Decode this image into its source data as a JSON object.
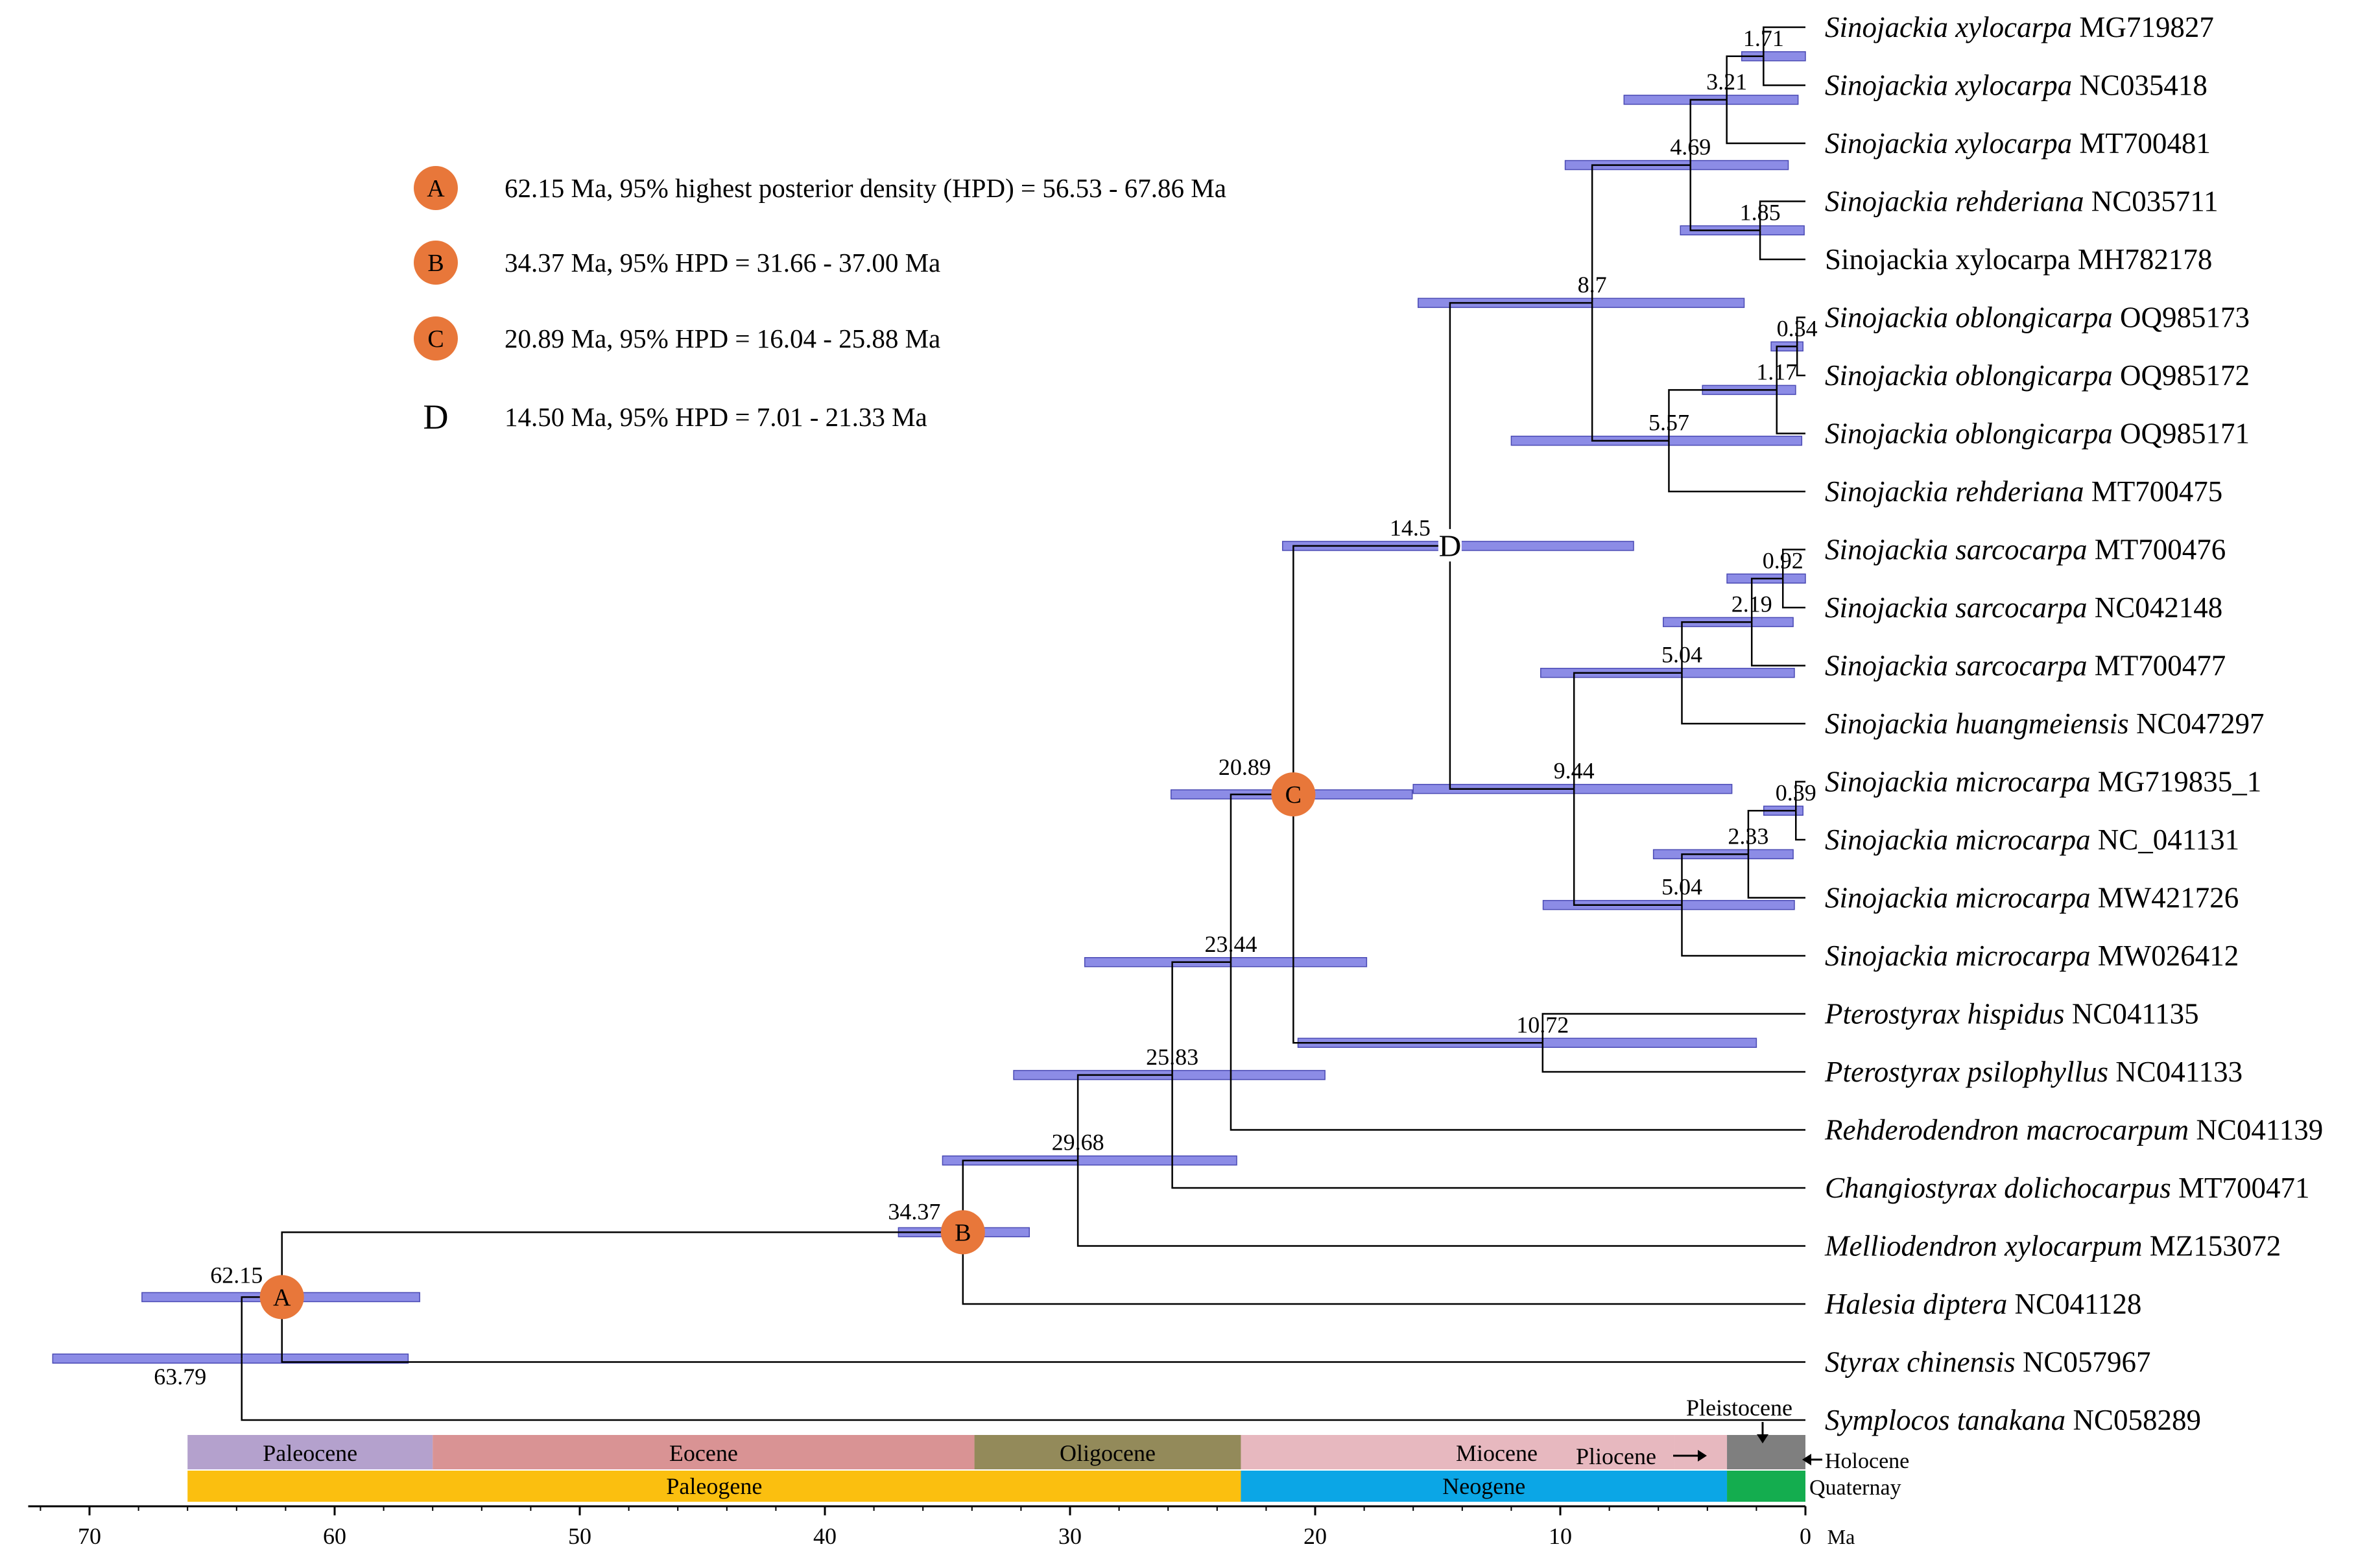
{
  "legend": [
    {
      "marker": "A",
      "text": "62.15 Ma, 95% highest posterior density (HPD) = 56.53 - 67.86 Ma"
    },
    {
      "marker": "B",
      "text": "34.37 Ma, 95% HPD = 31.66 - 37.00 Ma"
    },
    {
      "marker": "C",
      "text": "20.89 Ma, 95% HPD = 16.04 - 25.88 Ma"
    },
    {
      "marker": "D",
      "text": "14.50 Ma, 95% HPD = 7.01 - 21.33 Ma"
    }
  ],
  "colors": {
    "hpd_bar": "#8c8ce6",
    "hpd_bar_stroke": "#4a4ab4",
    "node_marker": "#e8773a",
    "branch": "#000000"
  },
  "tips": [
    {
      "genus": "Sinojackia xylocarpa",
      "acc": "MG719827",
      "italic": true
    },
    {
      "genus": "Sinojackia xylocarpa",
      "acc": "NC035418",
      "italic": true
    },
    {
      "genus": "Sinojackia xylocarpa",
      "acc": "MT700481",
      "italic": true
    },
    {
      "genus": "Sinojackia rehderiana",
      "acc": "NC035711",
      "italic": true
    },
    {
      "genus": "Sinojackia xylocarpa",
      "acc": "MH782178",
      "italic": false
    },
    {
      "genus": "Sinojackia oblongicarpa",
      "acc": "OQ985173",
      "italic": true
    },
    {
      "genus": "Sinojackia oblongicarpa",
      "acc": "OQ985172",
      "italic": true
    },
    {
      "genus": "Sinojackia oblongicarpa",
      "acc": "OQ985171",
      "italic": true
    },
    {
      "genus": "Sinojackia rehderiana",
      "acc": "MT700475",
      "italic": true
    },
    {
      "genus": "Sinojackia sarcocarpa",
      "acc": "MT700476",
      "italic": true
    },
    {
      "genus": "Sinojackia sarcocarpa",
      "acc": "NC042148",
      "italic": true
    },
    {
      "genus": "Sinojackia sarcocarpa",
      "acc": "MT700477",
      "italic": true
    },
    {
      "genus": "Sinojackia huangmeiensis",
      "acc": "NC047297",
      "italic": true
    },
    {
      "genus": "Sinojackia microcarpa",
      "acc": "MG719835_1",
      "italic": true
    },
    {
      "genus": "Sinojackia microcarpa",
      "acc": "NC_041131",
      "italic": true
    },
    {
      "genus": "Sinojackia microcarpa",
      "acc": "MW421726",
      "italic": true
    },
    {
      "genus": "Sinojackia microcarpa",
      "acc": "MW026412",
      "italic": true
    },
    {
      "genus": "Pterostyrax hispidus",
      "acc": "NC041135",
      "italic": true
    },
    {
      "genus": "Pterostyrax psilophyllus",
      "acc": "NC041133",
      "italic": true
    },
    {
      "genus": "Rehderodendron macrocarpum",
      "acc": "NC041139",
      "italic": true
    },
    {
      "genus": "Changiostyrax dolichocarpus",
      "acc": "MT700471",
      "italic": true
    },
    {
      "genus": "Melliodendron xylocarpum",
      "acc": "MZ153072",
      "italic": true
    },
    {
      "genus": "Halesia diptera",
      "acc": "NC041128",
      "italic": true
    },
    {
      "genus": "Styrax chinensis",
      "acc": "NC057967",
      "italic": true
    },
    {
      "genus": "Symplocos tanakana",
      "acc": "NC058289",
      "italic": true
    }
  ],
  "nodes": [
    {
      "id": "n171",
      "label": "1.71",
      "age": 1.71,
      "hpd": [
        0.0,
        2.6
      ],
      "children": [
        0,
        1
      ]
    },
    {
      "id": "n321",
      "label": "3.21",
      "age": 3.21,
      "hpd": [
        0.3,
        7.4
      ],
      "children": [
        "n171",
        2
      ]
    },
    {
      "id": "n185",
      "label": "1.85",
      "age": 1.85,
      "hpd": [
        0.05,
        5.1
      ],
      "children": [
        3,
        4
      ]
    },
    {
      "id": "n469",
      "label": "4.69",
      "age": 4.69,
      "hpd": [
        0.7,
        9.8
      ],
      "children": [
        "n321",
        "n185"
      ]
    },
    {
      "id": "n034",
      "label": "0.34",
      "age": 0.34,
      "hpd": [
        0.1,
        1.4
      ],
      "children": [
        5,
        6
      ]
    },
    {
      "id": "n117",
      "label": "1.17",
      "age": 1.17,
      "hpd": [
        0.4,
        4.2
      ],
      "children": [
        "n034",
        7
      ]
    },
    {
      "id": "n557",
      "label": "5.57",
      "age": 5.57,
      "hpd": [
        0.15,
        12.0
      ],
      "children": [
        "n117",
        8
      ]
    },
    {
      "id": "n87",
      "label": "8.7",
      "age": 8.7,
      "hpd": [
        2.5,
        15.8
      ],
      "children": [
        "n469",
        "n557"
      ]
    },
    {
      "id": "n092",
      "label": "0.92",
      "age": 0.92,
      "hpd": [
        0.0,
        3.2
      ],
      "children": [
        9,
        10
      ]
    },
    {
      "id": "n219",
      "label": "2.19",
      "age": 2.19,
      "hpd": [
        0.5,
        5.8
      ],
      "children": [
        "n092",
        11
      ]
    },
    {
      "id": "n504a",
      "label": "5.04",
      "age": 5.04,
      "hpd": [
        0.45,
        10.8
      ],
      "children": [
        "n219",
        12
      ]
    },
    {
      "id": "n039",
      "label": "0.39",
      "age": 0.39,
      "hpd": [
        0.1,
        1.7
      ],
      "children": [
        13,
        14
      ]
    },
    {
      "id": "n233",
      "label": "2.33",
      "age": 2.33,
      "hpd": [
        0.5,
        6.2
      ],
      "children": [
        "n039",
        15
      ]
    },
    {
      "id": "n504b",
      "label": "5.04",
      "age": 5.04,
      "hpd": [
        0.45,
        10.7
      ],
      "children": [
        "n233",
        16
      ]
    },
    {
      "id": "n944",
      "label": "9.44",
      "age": 9.44,
      "hpd": [
        3.0,
        16.0
      ],
      "children": [
        "n504a",
        "n504b"
      ]
    },
    {
      "id": "nD",
      "label": "14.5",
      "age": 14.5,
      "hpd": [
        7.01,
        21.33
      ],
      "children": [
        "n87",
        "n944"
      ],
      "marker": "D"
    },
    {
      "id": "n1072",
      "label": "10.72",
      "age": 10.72,
      "hpd": [
        2.0,
        20.7
      ],
      "children": [
        17,
        18
      ]
    },
    {
      "id": "nC",
      "label": "20.89",
      "age": 20.89,
      "hpd": [
        16.04,
        25.88
      ],
      "children": [
        "nD",
        "n1072"
      ],
      "marker": "C"
    },
    {
      "id": "n2344",
      "label": "23.44",
      "age": 23.44,
      "hpd": [
        17.9,
        29.4
      ],
      "children": [
        "nC",
        19
      ]
    },
    {
      "id": "n2583",
      "label": "25.83",
      "age": 25.83,
      "hpd": [
        19.6,
        32.3
      ],
      "children": [
        "n2344",
        20
      ]
    },
    {
      "id": "n2968",
      "label": "29.68",
      "age": 29.68,
      "hpd": [
        23.2,
        35.2
      ],
      "children": [
        "n2583",
        21
      ]
    },
    {
      "id": "nB",
      "label": "34.37",
      "age": 34.37,
      "hpd": [
        31.66,
        37.0
      ],
      "children": [
        "n2968",
        22
      ],
      "marker": "B"
    },
    {
      "id": "nA",
      "label": "62.15",
      "age": 62.15,
      "hpd": [
        56.53,
        67.86
      ],
      "children": [
        "nB",
        23
      ],
      "marker": "A"
    },
    {
      "id": "nRoot",
      "label": "63.79",
      "age": 63.79,
      "hpd": [
        57.0,
        71.5
      ],
      "children": [
        "nA",
        24
      ],
      "label_below": true
    }
  ],
  "epochs": [
    {
      "name": "Paleocene",
      "start": 66.0,
      "end": 56.0,
      "color": "#b4a1cd"
    },
    {
      "name": "Eocene",
      "start": 56.0,
      "end": 33.9,
      "color": "#d99394"
    },
    {
      "name": "Oligocene",
      "start": 33.9,
      "end": 23.03,
      "color": "#938a5a"
    },
    {
      "name": "Miocene",
      "start": 23.03,
      "end": 5.33,
      "color": "#e7b8bf"
    },
    {
      "name": "Pliocene",
      "start": 5.33,
      "end": 3.2,
      "color": "#e7b8bf"
    },
    {
      "name": "",
      "start": 3.2,
      "end": 0.0,
      "color": "#7f7f7f"
    }
  ],
  "periods": [
    {
      "name": "Paleogene",
      "start": 66.0,
      "end": 23.03,
      "color": "#fbbf0f"
    },
    {
      "name": "Neogene",
      "start": 23.03,
      "end": 3.2,
      "color": "#0ba6e6"
    },
    {
      "name": "",
      "start": 3.2,
      "end": 0.0,
      "color": "#14ad4f"
    }
  ],
  "timescale_labels": {
    "pliocene": "Pliocene",
    "pleistocene": "Pleistocene",
    "holocene": "Holocene",
    "quaternary": "Quaternay"
  },
  "axis": {
    "ticks": [
      70,
      60,
      50,
      40,
      30,
      20,
      10,
      0
    ],
    "unit": "Ma",
    "range": [
      72.5,
      0
    ]
  }
}
